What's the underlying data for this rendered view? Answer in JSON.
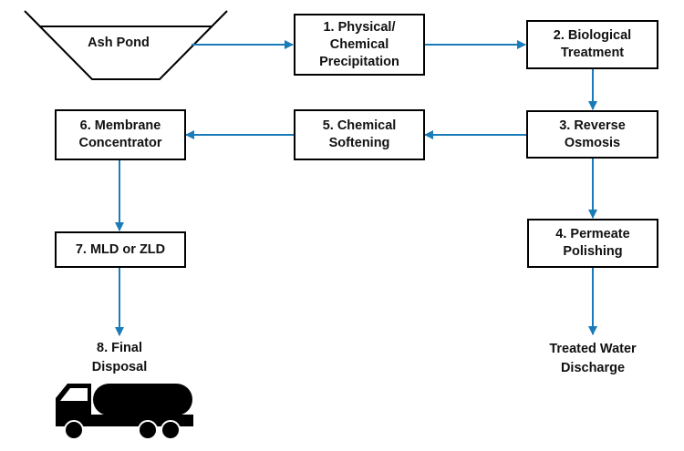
{
  "diagram": {
    "title": "Ash pond wastewater treatment process flow",
    "colors": {
      "arrow": "#1a7bb9",
      "box_border": "#000000",
      "text": "#111111"
    },
    "source": {
      "label": "Ash Pond",
      "icon": "pond-basin-icon"
    },
    "steps": [
      {
        "id": 1,
        "lines": [
          "1. Physical/",
          "Chemical",
          "Precipitation"
        ]
      },
      {
        "id": 2,
        "lines": [
          "2. Biological",
          "Treatment"
        ]
      },
      {
        "id": 3,
        "lines": [
          "3. Reverse",
          "Osmosis"
        ]
      },
      {
        "id": 4,
        "lines": [
          "4. Permeate",
          "Polishing"
        ]
      },
      {
        "id": 5,
        "lines": [
          "5. Chemical",
          "Softening"
        ]
      },
      {
        "id": 6,
        "lines": [
          "6. Membrane",
          "Concentrator"
        ]
      },
      {
        "id": 7,
        "lines": [
          "7. MLD or ZLD"
        ]
      }
    ],
    "outputs": [
      {
        "id": "discharge",
        "lines": [
          "Treated Water",
          "Discharge"
        ]
      },
      {
        "id": "disposal",
        "lines": [
          "8. Final",
          "Disposal"
        ],
        "icon": "tanker-truck-icon"
      }
    ],
    "flows": [
      {
        "from": "Ash Pond",
        "to": "1"
      },
      {
        "from": "1",
        "to": "2"
      },
      {
        "from": "2",
        "to": "3"
      },
      {
        "from": "3",
        "to": "4"
      },
      {
        "from": "3",
        "to": "5"
      },
      {
        "from": "4",
        "to": "Treated Water Discharge"
      },
      {
        "from": "5",
        "to": "6"
      },
      {
        "from": "6",
        "to": "7"
      },
      {
        "from": "7",
        "to": "8"
      }
    ]
  }
}
